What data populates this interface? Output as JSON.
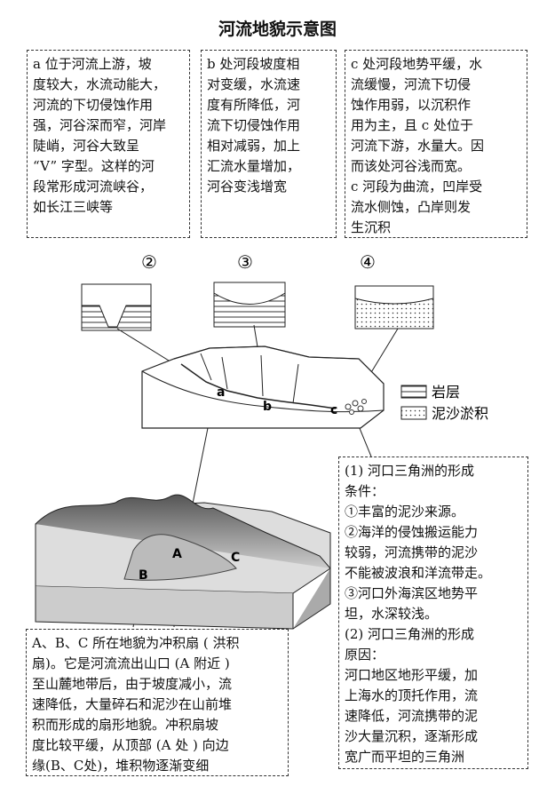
{
  "title": "河流地貌示意图",
  "box_a": [
    "a 位于河流上游，坡",
    "度较大，水流动能大，",
    "河流的下切侵蚀作用",
    "强，河谷深而窄，河岸",
    "陡峭，河谷大致呈",
    "“V” 字型。这样的河",
    "段常形成河流峡谷，",
    "如长江三峡等"
  ],
  "box_b": [
    "b 处河段坡度相",
    "对变缓，水流速",
    "度有所降低，河",
    "流下切侵蚀作用",
    "相对减弱，加上",
    "汇流水量增加，",
    "河谷变浅增宽"
  ],
  "box_c": [
    "c 处河段地势平缓，水",
    "流缓慢，河流下切侵",
    "蚀作用弱，以沉积作",
    "用为主，且 c 处位于",
    "河流下游，水量大。因",
    "而该处河谷浅而宽。",
    "c 河段为曲流，凹岸受",
    "流水侧蚀，凸岸则发",
    "生沉积"
  ],
  "box_delta": [
    "(1) 河口三角洲的形成",
    "条件：",
    "①丰富的泥沙来源。",
    "②海洋的侵蚀搬运能力",
    "较弱，河流携带的泥沙",
    "不能被波浪和洋流带走。",
    "③河口外海滨区地势平",
    "坦，水深较浅。",
    "(2) 河口三角洲的形成",
    "原因：",
    "河口地区地形平缓，加",
    "上海水的顶托作用，流",
    "速降低，河流携带的泥",
    "沙大量沉积，逐渐形成",
    "宽广而平坦的三角洲"
  ],
  "box_fan": [
    "A、B、C 所在地貌为冲积扇 ( 洪积",
    "扇)。它是河流流出山口 (A 附近 )",
    "至山麓地带后，由于坡度减小，流",
    "速降低，大量碎石和泥沙在山前堆",
    "积而形成的扇形地貌。冲积扇坡",
    "度比较平缓，从顶部 (A 处 ) 向边",
    "缘(B、C处)，堆积物逐渐变细"
  ],
  "markers": {
    "m2": "②",
    "m3": "③",
    "m4": "④"
  },
  "points": {
    "a": "a",
    "b": "b",
    "c": "c",
    "A": "A",
    "B": "B",
    "C": "C"
  },
  "legend": {
    "rock": "岩层",
    "sediment": "泥沙淤积"
  }
}
